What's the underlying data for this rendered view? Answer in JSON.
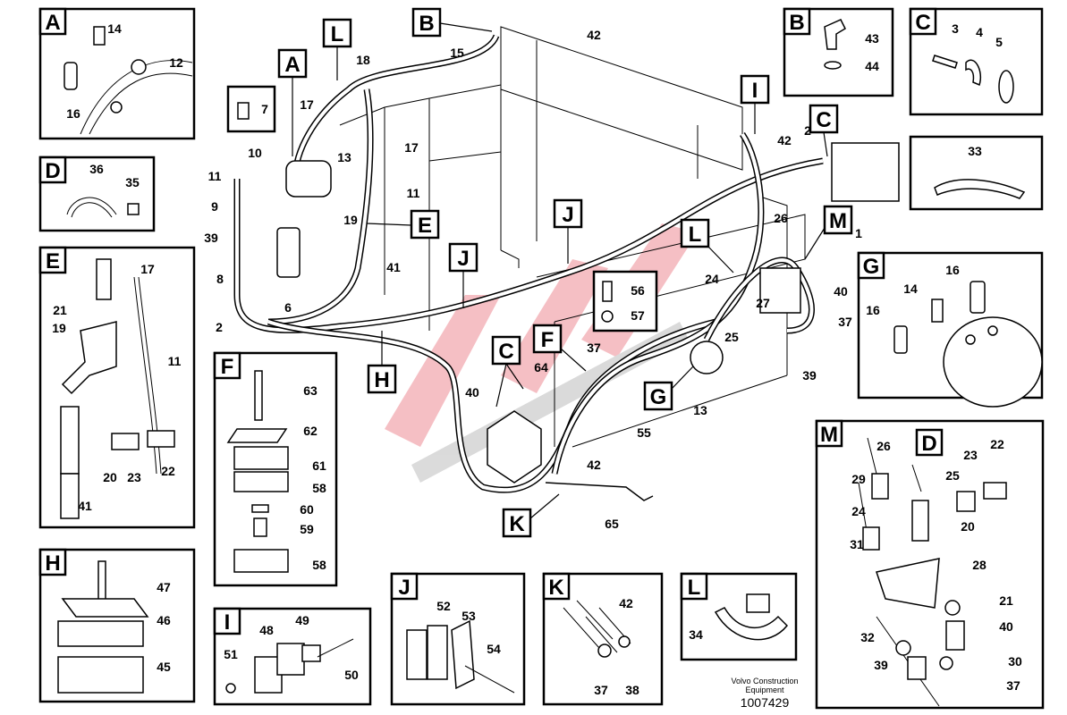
{
  "panels": {
    "A": {
      "letter": "A",
      "labels": [
        "14",
        "12",
        "16"
      ]
    },
    "D": {
      "letter": "D",
      "labels": [
        "36",
        "35"
      ]
    },
    "E": {
      "letter": "E",
      "labels": [
        "17",
        "21",
        "19",
        "11",
        "20",
        "23",
        "22",
        "41"
      ]
    },
    "F": {
      "letter": "F",
      "labels": [
        "63",
        "62",
        "61",
        "58",
        "60",
        "59",
        "58"
      ]
    },
    "H": {
      "letter": "H",
      "labels": [
        "47",
        "46",
        "45"
      ]
    },
    "I": {
      "letter": "I",
      "labels": [
        "48",
        "49",
        "51",
        "50"
      ]
    },
    "J": {
      "letter": "J",
      "labels": [
        "52",
        "53",
        "54"
      ]
    },
    "K": {
      "letter": "K",
      "labels": [
        "42",
        "37",
        "38"
      ]
    },
    "L": {
      "letter": "L",
      "labels": [
        "34"
      ]
    },
    "M": {
      "letter": "M",
      "sub_letter": "D",
      "labels": [
        "26",
        "22",
        "29",
        "25",
        "23",
        "24",
        "20",
        "31",
        "28",
        "21",
        "40",
        "32",
        "39",
        "30",
        "37"
      ]
    },
    "B": {
      "letter": "B",
      "labels": [
        "43",
        "44"
      ]
    },
    "C": {
      "letter": "C",
      "labels": [
        "3",
        "4",
        "5"
      ]
    },
    "T": {
      "labels": [
        "33"
      ]
    },
    "G": {
      "letter": "G",
      "labels": [
        "16",
        "14",
        "16"
      ]
    }
  },
  "main": {
    "letters": [
      "B",
      "L",
      "A",
      "E",
      "J",
      "J",
      "H",
      "C",
      "F",
      "G",
      "M",
      "C",
      "I",
      "L",
      "K"
    ],
    "labels": [
      "15",
      "42",
      "18",
      "7",
      "17",
      "13",
      "17",
      "10",
      "11",
      "9",
      "39",
      "8",
      "6",
      "2",
      "19",
      "11",
      "41",
      "40",
      "64",
      "56",
      "57",
      "37",
      "55",
      "13",
      "24",
      "25",
      "27",
      "26",
      "40",
      "37",
      "39",
      "1",
      "2",
      "42",
      "42",
      "65"
    ]
  },
  "footer": {
    "line1": "Volvo Construction",
    "line2": "Equipment",
    "doc_number": "1007429"
  }
}
